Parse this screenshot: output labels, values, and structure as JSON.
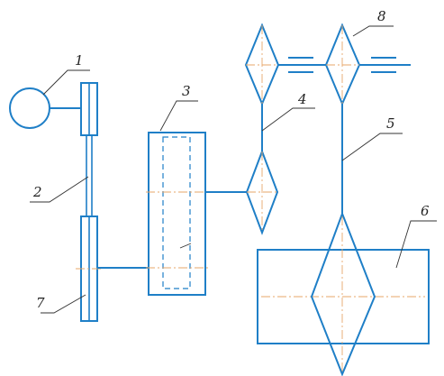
{
  "diagram": {
    "callouts": [
      {
        "id": "1",
        "text": "1"
      },
      {
        "id": "2",
        "text": "2"
      },
      {
        "id": "3",
        "text": "3"
      },
      {
        "id": "4",
        "text": "4"
      },
      {
        "id": "5",
        "text": "5"
      },
      {
        "id": "6",
        "text": "6"
      },
      {
        "id": "7",
        "text": "7"
      },
      {
        "id": "8",
        "text": "8"
      }
    ],
    "colors": {
      "main_line": "#1f7fc7",
      "axis_line": "#e7a76a",
      "leader_line": "#333333"
    }
  }
}
